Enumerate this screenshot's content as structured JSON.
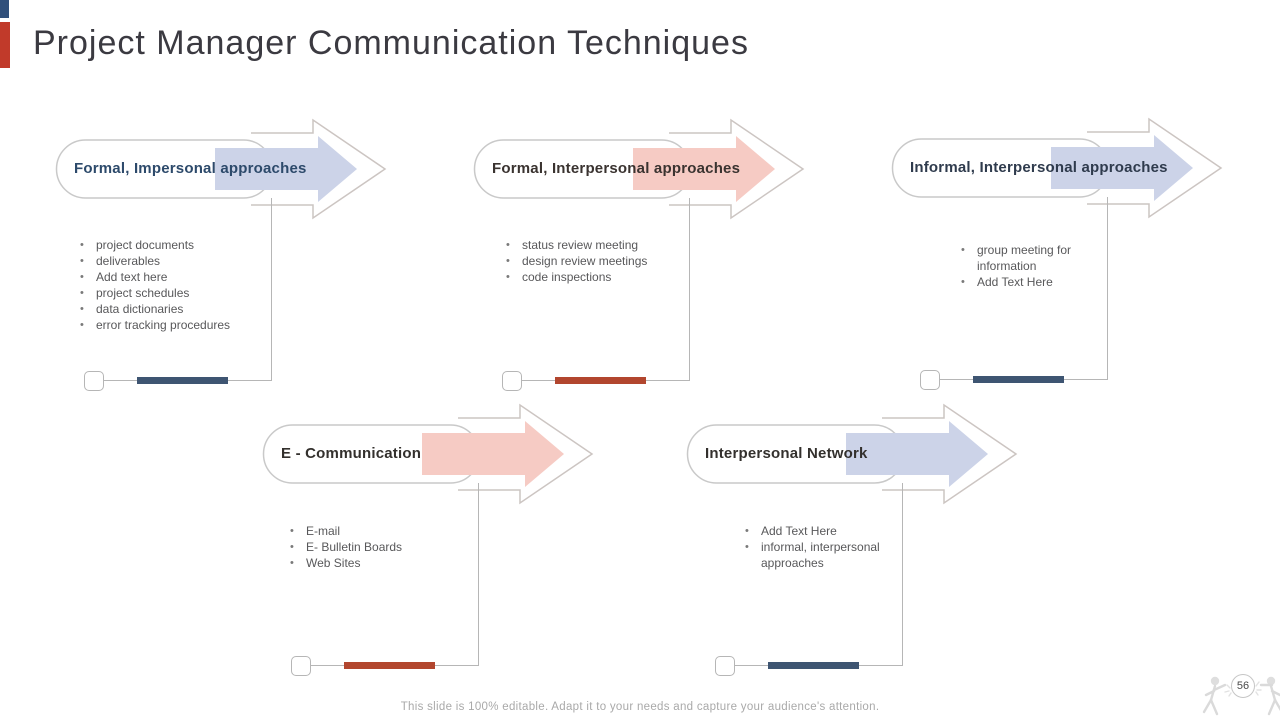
{
  "slide": {
    "title": "Project Manager Communication Techniques",
    "accent_colors": {
      "blue": "#31507b",
      "red": "#c13a2a"
    },
    "footer_note": "This slide is 100% editable. Adapt it to your needs and capture your audience's attention.",
    "page_number": "56"
  },
  "groups": [
    {
      "label": "Formal, Impersonal approaches",
      "label_color": "#2d4a6b",
      "arrow_color": "#ccd3e8",
      "bar_color": "#3e5572",
      "bullets": [
        "project documents",
        "deliverables",
        "Add text here",
        "project schedules",
        "data dictionaries",
        "error tracking procedures"
      ]
    },
    {
      "label": "Formal, Interpersonal approaches",
      "label_color": "#3a3330",
      "arrow_color": "#f6cbc4",
      "bar_color": "#b2462e",
      "bullets": [
        "status review meeting",
        "design review meetings",
        "code inspections"
      ]
    },
    {
      "label": "Informal, Interpersonal approaches",
      "label_color": "#2f3b4d",
      "arrow_color": "#ccd3e8",
      "bar_color": "#3e5572",
      "bullets": [
        "group meeting for information",
        "Add Text Here"
      ]
    },
    {
      "label": "E - Communication",
      "label_color": "#33302d",
      "arrow_color": "#f6cbc4",
      "bar_color": "#b2462e",
      "bullets": [
        "E-mail",
        "E- Bulletin Boards",
        "Web Sites"
      ]
    },
    {
      "label": "Interpersonal Network",
      "label_color": "#33302d",
      "arrow_color": "#ccd3e8",
      "bar_color": "#3e5572",
      "bullets": [
        "Add Text Here",
        "informal, interpersonal approaches"
      ]
    }
  ]
}
